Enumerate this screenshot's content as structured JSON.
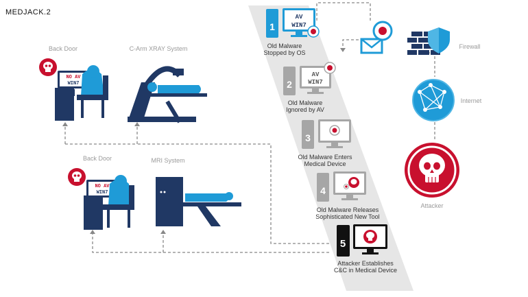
{
  "title": "MEDJACK.2",
  "labels": {
    "back_door_1": "Back Door",
    "carm": "C-Arm XRAY System",
    "back_door_2": "Back Door",
    "mri": "MRI System",
    "firewall": "Firewall",
    "internet": "Internet",
    "attacker": "Attacker"
  },
  "steps": [
    {
      "num": "1",
      "line1": "Old Malware",
      "line2": "Stopped by OS"
    },
    {
      "num": "2",
      "line1": "Old Malware",
      "line2": "Ignored by AV"
    },
    {
      "num": "3",
      "line1": "Old Malware Enters",
      "line2": "Medical Device"
    },
    {
      "num": "4",
      "line1": "Old Malware Releases",
      "line2": "Sophisticated New Tool"
    },
    {
      "num": "5",
      "line1": "Attacker Establishes",
      "line2": "C&C in Medical Device"
    }
  ],
  "screen_text": {
    "av": "AV",
    "win7": "WIN7",
    "no_av": "NO AV"
  },
  "colors": {
    "blue": "#1f9bd7",
    "navy": "#203864",
    "red": "#c8102e",
    "gray": "#a6a6a6",
    "band": "#e6e6e6"
  }
}
